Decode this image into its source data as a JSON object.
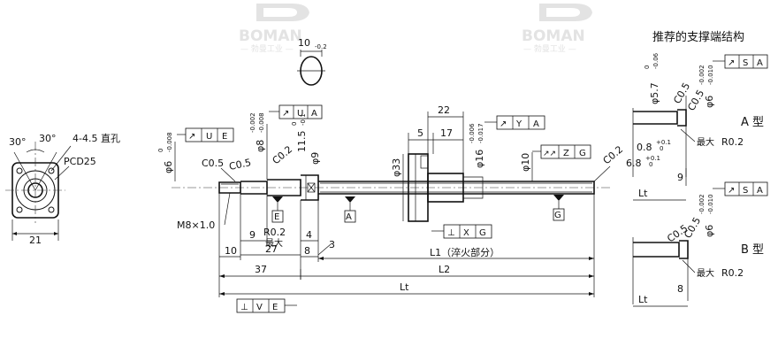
{
  "watermarks": {
    "brand": "BOMAN",
    "sub": "— 勃曼工业 —"
  },
  "support_title": "推荐的支撑端结构",
  "type_labels": {
    "a": "A 型",
    "b": "B 型"
  },
  "end_view": {
    "angle_left": "30°",
    "angle_right": "30°",
    "holes": "4-4.5 直孔",
    "pcd": "PCD25",
    "width": "21"
  },
  "dims": {
    "d10": "10",
    "d10_tol": "-0.2",
    "d6": "φ6",
    "d6_tol_up": "0",
    "d6_tol_dn": "-0.008",
    "d8": "φ8",
    "d8_tol_up": "-0.002",
    "d8_tol_dn": "-0.008",
    "d9": "φ9",
    "d11_5": "11.5",
    "d11_5_tol_up": "0",
    "d11_5_tol_dn": "-0.1",
    "d33": "φ33",
    "d16": "φ16",
    "d16_tol_up": "-0.006",
    "d16_tol_dn": "-0.017",
    "d10_shaft": "φ10",
    "c05_a": "C0.5",
    "c05_b": "C0.5",
    "c02_a": "C0.2",
    "c02_b": "C0.2",
    "m8": "M8×1.0",
    "r02": "R0.2",
    "max": "最大",
    "l22": "22",
    "l5": "5",
    "l17": "17",
    "l9": "9",
    "l27": "27",
    "l4": "4",
    "l3": "3",
    "l10": "10",
    "l8": "8",
    "l37": "37",
    "L1": "L1（淬火部分）",
    "L2": "L2",
    "Lt": "Lt"
  },
  "datum": {
    "A": "A",
    "E": "E",
    "G": "G"
  },
  "frames": {
    "ue": [
      "↗",
      "U",
      "E"
    ],
    "ua": [
      "↗",
      "U",
      "A"
    ],
    "ya": [
      "↗",
      "Y",
      "A"
    ],
    "zg": [
      "↗↗",
      "Z",
      "G"
    ],
    "xg": [
      "⊥",
      "X",
      "G"
    ],
    "ve": [
      "⊥",
      "V",
      "E"
    ],
    "sa1": [
      "↗",
      "S",
      "A"
    ],
    "sa2": [
      "↗",
      "S",
      "A"
    ]
  },
  "support_a": {
    "d57": "φ5.7",
    "d57_tol_up": "0",
    "d57_tol_dn": "-0.06",
    "d6": "φ6",
    "d6_tol_up": "-0.002",
    "d6_tol_dn": "-0.010",
    "c05_a": "C0.5",
    "c05_b": "C0.5",
    "v08": "0.8",
    "v08_tol_up": "+0.1",
    "v08_tol_dn": "0",
    "v68": "6.8",
    "v68_tol_up": "+0.1",
    "v68_tol_dn": "0",
    "max": "最大",
    "r02": "R0.2",
    "l9": "9",
    "lt": "Lt"
  },
  "support_b": {
    "c05_a": "C0.5",
    "c05_b": "C0.5",
    "d6": "φ6",
    "d6_tol_up": "-0.002",
    "d6_tol_dn": "-0.010",
    "max": "最大",
    "r02": "R0.2",
    "l8": "8",
    "lt": "Lt"
  }
}
